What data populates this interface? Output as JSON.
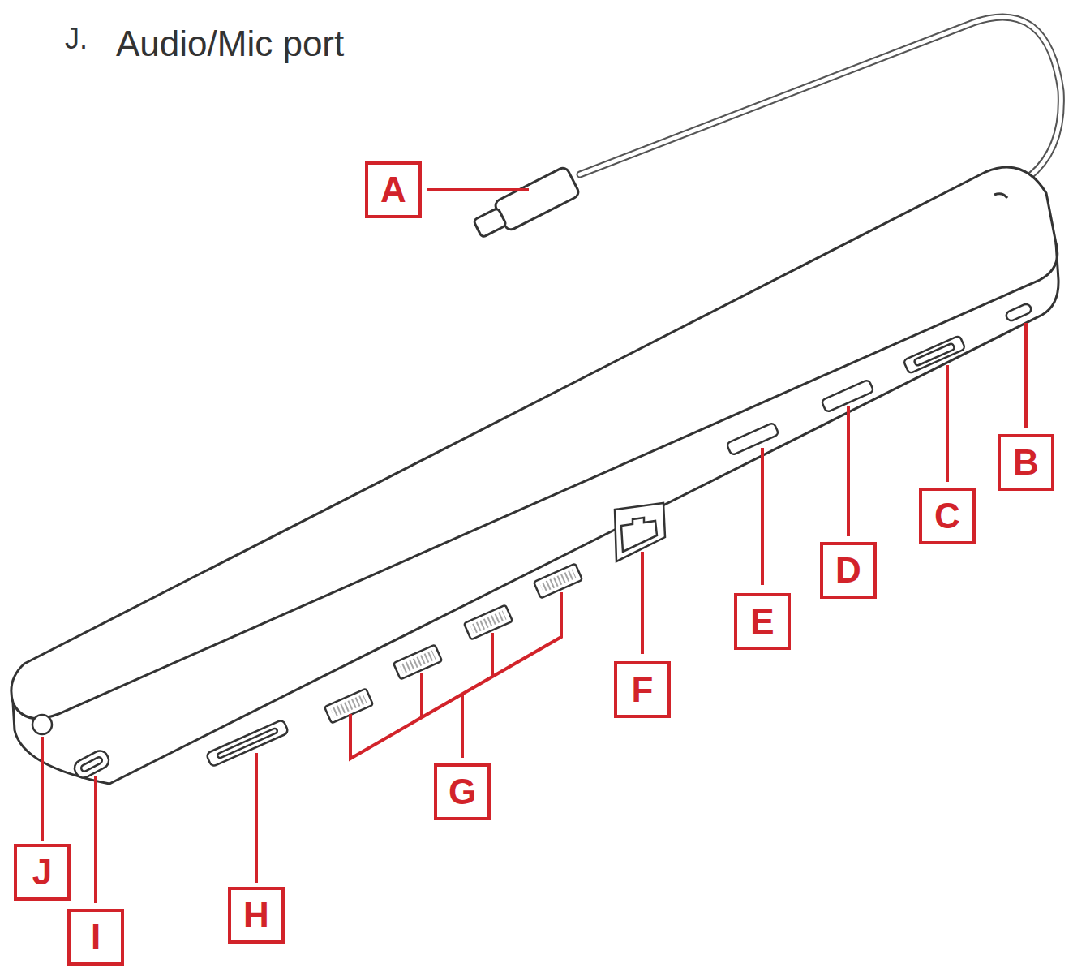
{
  "diagram": {
    "nodes": [
      {
        "text": [
          "A"
        ]
      },
      {
        "text": [
          "B"
        ]
      },
      {
        "text": [
          "C"
        ]
      },
      {
        "text": [
          "D"
        ]
      },
      {
        "text": [
          "E"
        ]
      },
      {
        "text": [
          "F"
        ]
      },
      {
        "text": [
          "G"
        ]
      },
      {
        "text": [
          "H"
        ]
      },
      {
        "text": [
          "I"
        ]
      },
      {
        "text": [
          "J"
        ]
      }
    ],
    "labels": [
      "J.",
      "Audio/Mic port"
    ]
  }
}
